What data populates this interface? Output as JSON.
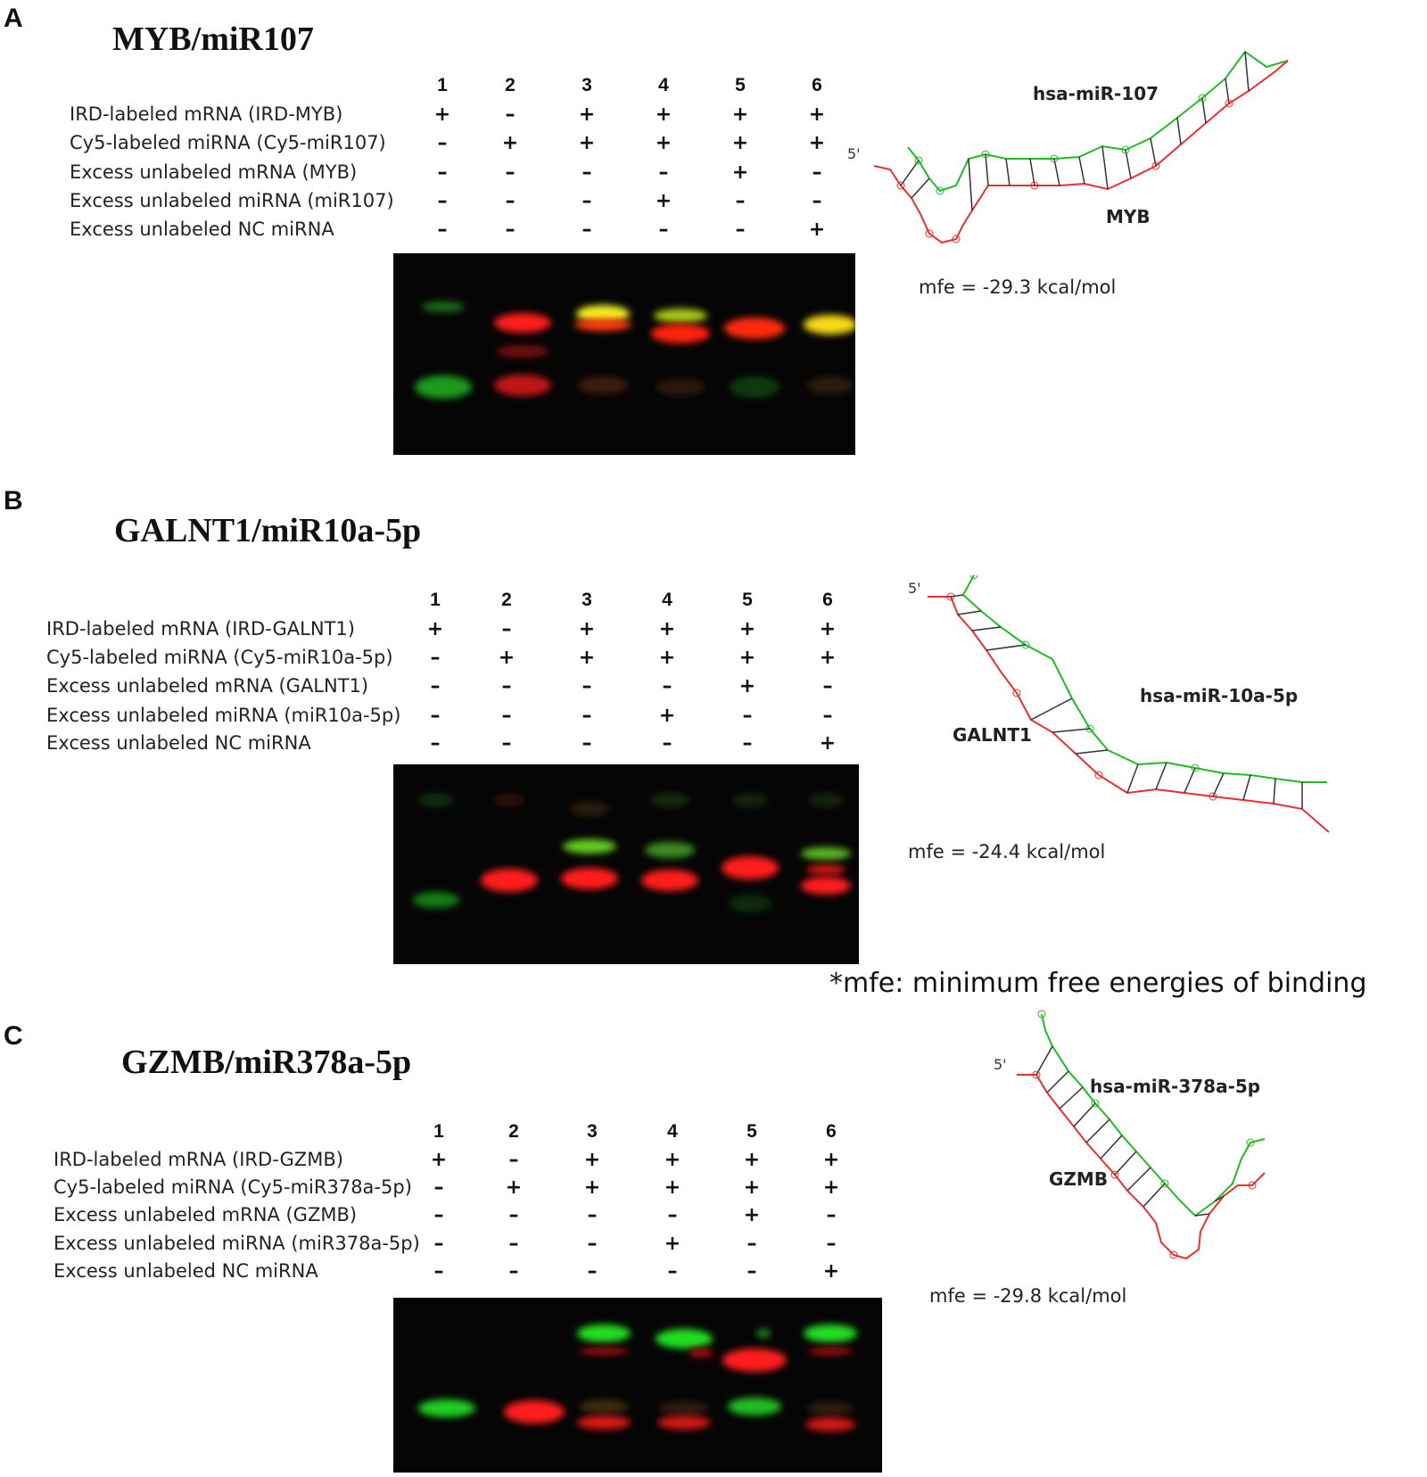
{
  "panels": [
    {
      "letter": "A",
      "title": "MYB/miR107",
      "lanes": [
        "1",
        "2",
        "3",
        "4",
        "5",
        "6"
      ],
      "rows": [
        {
          "label": "IRD-labeled mRNA (IRD-MYB)",
          "signs": [
            "+",
            "–",
            "+",
            "+",
            "+",
            "+"
          ]
        },
        {
          "label": "Cy5-labeled miRNA (Cy5-miR107)",
          "signs": [
            "–",
            "+",
            "+",
            "+",
            "+",
            "+"
          ]
        },
        {
          "label": "Excess unlabeled mRNA (MYB)",
          "signs": [
            "–",
            "–",
            "–",
            "–",
            "+",
            "–"
          ]
        },
        {
          "label": "Excess unlabeled miRNA (miR107)",
          "signs": [
            "–",
            "–",
            "–",
            "+",
            "–",
            "–"
          ]
        },
        {
          "label": "Excess unlabeled NC miRNA",
          "signs": [
            "–",
            "–",
            "–",
            "–",
            "–",
            "+"
          ]
        }
      ],
      "mirna_label": "hsa-miR-107",
      "mrna_label": "MYB",
      "five_prime": "5'",
      "mfe": "mfe = -29.3 kcal/mol"
    },
    {
      "letter": "B",
      "title": "GALNT1/miR10a-5p",
      "lanes": [
        "1",
        "2",
        "3",
        "4",
        "5",
        "6"
      ],
      "rows": [
        {
          "label": "IRD-labeled mRNA (IRD-GALNT1)",
          "signs": [
            "+",
            "–",
            "+",
            "+",
            "+",
            "+"
          ]
        },
        {
          "label": "Cy5-labeled miRNA (Cy5-miR10a-5p)",
          "signs": [
            "–",
            "+",
            "+",
            "+",
            "+",
            "+"
          ]
        },
        {
          "label": "Excess unlabeled mRNA (GALNT1)",
          "signs": [
            "–",
            "–",
            "–",
            "–",
            "+",
            "–"
          ]
        },
        {
          "label": "Excess unlabeled miRNA (miR10a-5p)",
          "signs": [
            "–",
            "–",
            "–",
            "+",
            "–",
            "–"
          ]
        },
        {
          "label": "Excess unlabeled NC miRNA",
          "signs": [
            "–",
            "–",
            "–",
            "–",
            "–",
            "+"
          ]
        }
      ],
      "mirna_label": "hsa-miR-10a-5p",
      "mrna_label": "GALNT1",
      "five_prime": "5'",
      "mfe": "mfe = -24.4 kcal/mol"
    },
    {
      "letter": "C",
      "title": "GZMB/miR378a-5p",
      "lanes": [
        "1",
        "2",
        "3",
        "4",
        "5",
        "6"
      ],
      "rows": [
        {
          "label": "IRD-labeled mRNA (IRD-GZMB)",
          "signs": [
            "+",
            "–",
            "+",
            "+",
            "+",
            "+"
          ]
        },
        {
          "label": "Cy5-labeled miRNA (Cy5-miR378a-5p)",
          "signs": [
            "–",
            "+",
            "+",
            "+",
            "+",
            "+"
          ]
        },
        {
          "label": "Excess unlabeled mRNA (GZMB)",
          "signs": [
            "–",
            "–",
            "–",
            "–",
            "+",
            "–"
          ]
        },
        {
          "label": "Excess unlabeled miRNA (miR378a-5p)",
          "signs": [
            "–",
            "–",
            "–",
            "+",
            "–",
            "–"
          ]
        },
        {
          "label": "Excess unlabeled NC miRNA",
          "signs": [
            "–",
            "–",
            "–",
            "–",
            "–",
            "+"
          ]
        }
      ],
      "mirna_label": "hsa-miR-378a-5p",
      "mrna_label": "GZMB",
      "five_prime": "5'",
      "mfe": "mfe = -29.8 kcal/mol"
    }
  ],
  "footnote": "*mfe: minimum free energies of binding",
  "colors": {
    "mirna_strand": "#22bb22",
    "mrna_strand": "#e83030",
    "gel_background": "#050505",
    "band_red": "#ff1a1a",
    "band_green": "#22dd22",
    "band_yellow": "#f2f020"
  }
}
